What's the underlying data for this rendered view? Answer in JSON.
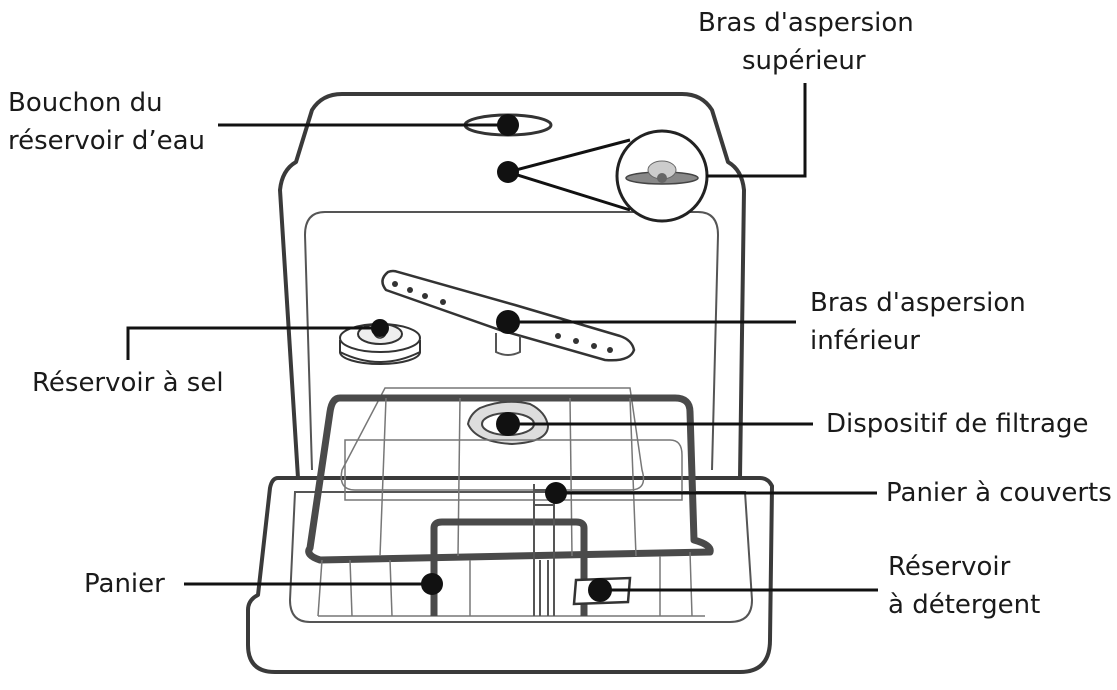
{
  "labels": {
    "upper_arm": [
      "Bras d'aspersion",
      "supérieur"
    ],
    "water_cap": [
      "Bouchon du",
      "réservoir d’eau"
    ],
    "lower_arm": [
      "Bras d'aspersion",
      "inférieur"
    ],
    "salt": [
      "Réservoir à sel"
    ],
    "filter": [
      "Dispositif de filtrage"
    ],
    "cutlery": [
      "Panier à couverts"
    ],
    "basket": [
      "Panier"
    ],
    "detergent": [
      "Réservoir",
      "à détergent"
    ]
  }
}
